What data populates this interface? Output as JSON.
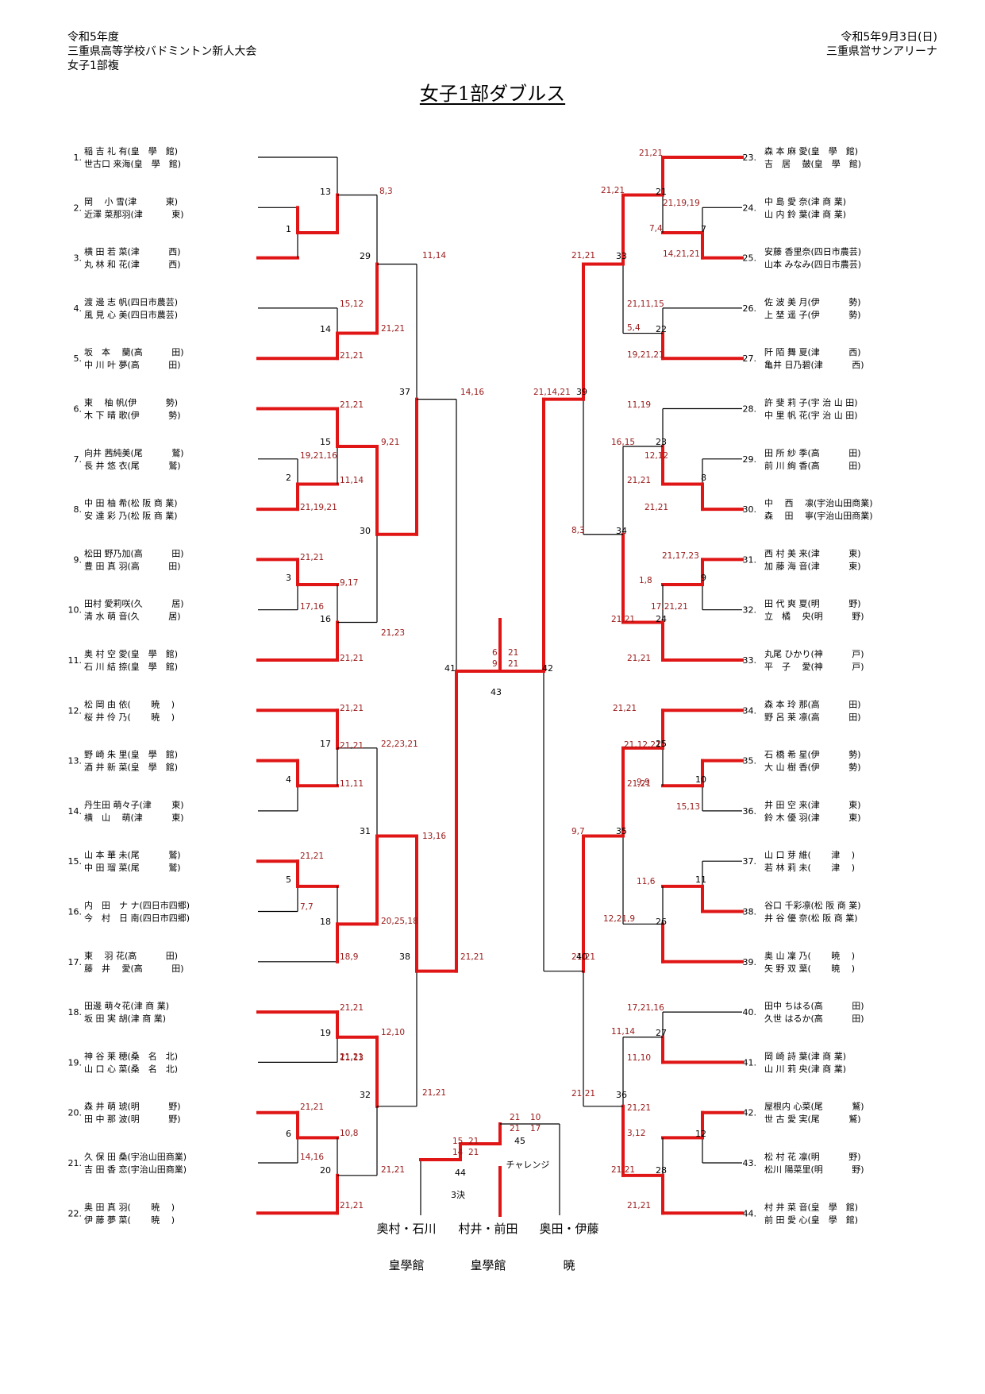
{
  "header": {
    "left": [
      "令和5年度",
      "三重県高等学校バドミントン新人大会",
      "女子1部複"
    ],
    "right": [
      "令和5年9月3日(日)",
      "三重県営サンアリーナ"
    ]
  },
  "title": "女子1部ダブルス",
  "entries_left": [
    {
      "n": "1.",
      "p1": "稲 吉 礼 有(皇　學　館)",
      "p2": "世古口 来海(皇　學　館)"
    },
    {
      "n": "2.",
      "p1": "岡　 小 雪(津　　　 東)",
      "p2": "近澤 菜那羽(津　　　 東)"
    },
    {
      "n": "3.",
      "p1": "横 田 若 菜(津　　　 西)",
      "p2": "丸 林 和 花(津　　　 西)"
    },
    {
      "n": "4.",
      "p1": "渡 邊 志 帆(四日市農芸)",
      "p2": "風 見 心 美(四日市農芸)"
    },
    {
      "n": "5.",
      "p1": "坂　本　 蘭(高　　　 田)",
      "p2": "中 川 叶 夢(高　　　 田)"
    },
    {
      "n": "6.",
      "p1": "東　 柚 帆(伊　　　 勢)",
      "p2": "木 下 晴 歌(伊　　　 勢)"
    },
    {
      "n": "7.",
      "p1": "向井 茜純美(尾　　　 鷲)",
      "p2": "長 井 悠 衣(尾　　　 鷲)"
    },
    {
      "n": "8.",
      "p1": "中 田 柚 希(松 阪 商 業)",
      "p2": "安 達 彩 乃(松 阪 商 業)"
    },
    {
      "n": "9.",
      "p1": "松田 野乃加(高　　　 田)",
      "p2": "豊 田 真 羽(高　　　 田)"
    },
    {
      "n": "10.",
      "p1": "田村 愛莉咲(久　　　 居)",
      "p2": "清 水 萌 音(久　　　 居)"
    },
    {
      "n": "11.",
      "p1": "奥 村 空 愛(皇　學　館)",
      "p2": "石 川 結 捺(皇　學　館)"
    },
    {
      "n": "12.",
      "p1": "松 岡 由 依(　　 暁　 )",
      "p2": "桜 井 伶 乃(　　 暁　 )"
    },
    {
      "n": "13.",
      "p1": "野 崎 朱 里(皇　學　館)",
      "p2": "酒 井 新 菜(皇　學　館)"
    },
    {
      "n": "14.",
      "p1": "丹生田 萌々子(津　　 東)",
      "p2": "横　山　 萌(津　　　 東)"
    },
    {
      "n": "15.",
      "p1": "山 本 華 未(尾　　　 鷲)",
      "p2": "中 田 瑠 菜(尾　　　 鷲)"
    },
    {
      "n": "16.",
      "p1": "内　田　ナ ナ(四日市四郷)",
      "p2": "今　村　日 南(四日市四郷)"
    },
    {
      "n": "17.",
      "p1": "東　 羽 花(高　　　 田)",
      "p2": "藤　井　 愛(高　　　 田)"
    },
    {
      "n": "18.",
      "p1": "田邊 萌々花(津 商 業)",
      "p2": "坂 田 実 胡(津 商 業)"
    },
    {
      "n": "19.",
      "p1": "神 谷 莱 穂(桑　名　北)",
      "p2": "山 口 心 菜(桑　名　北)"
    },
    {
      "n": "20.",
      "p1": "森 井 萌 琥(明　　　 野)",
      "p2": "田 中 那 波(明　　　 野)"
    },
    {
      "n": "21.",
      "p1": "久 保 田 桑(宇治山田商業)",
      "p2": "吉 田 香 恋(宇治山田商業)"
    },
    {
      "n": "22.",
      "p1": "奥 田 真 羽(　　 暁　 )",
      "p2": "伊 藤 夢 菜(　　 暁　 )"
    }
  ],
  "entries_right": [
    {
      "n": "23.",
      "p1": "森 本 麻 愛(皇　學　館)",
      "p2": "吉　居　 皷(皇　學　館)"
    },
    {
      "n": "24.",
      "p1": "中 島 愛 奈(津 商 業)",
      "p2": "山 内 鈴 葉(津 商 業)"
    },
    {
      "n": "25.",
      "p1": "安藤 香里奈(四日市農芸)",
      "p2": "山本 みなみ(四日市農芸)"
    },
    {
      "n": "26.",
      "p1": "佐 波 美 月(伊　　　 勢)",
      "p2": "上 埜 遥 子(伊　　　 勢)"
    },
    {
      "n": "27.",
      "p1": "阡 陌 舞 夏(津　　　 西)",
      "p2": "亀井 日乃碧(津　　　 西)"
    },
    {
      "n": "28.",
      "p1": "許 斐 莉 子(宇 治 山 田)",
      "p2": "中 里 帆 花(宇 治 山 田)"
    },
    {
      "n": "29.",
      "p1": "田 所 紗 季(高　　　 田)",
      "p2": "前 川 絢 香(高　　　 田)"
    },
    {
      "n": "30.",
      "p1": "中　 西　 凛(宇治山田商業)",
      "p2": "森　 田　 寧(宇治山田商業)"
    },
    {
      "n": "31.",
      "p1": "西 村 美 来(津　　　 東)",
      "p2": "加 藤 海 音(津　　　 東)"
    },
    {
      "n": "32.",
      "p1": "田 代 爽 夏(明　　　 野)",
      "p2": "立　橘　 央(明　　　 野)"
    },
    {
      "n": "33.",
      "p1": "丸尾 ひかり(神　　　 戸)",
      "p2": "平　子　 愛(神　　　 戸)"
    },
    {
      "n": "34.",
      "p1": "森 本 玲 那(高　　　 田)",
      "p2": "野 呂 莱 凛(高　　　 田)"
    },
    {
      "n": "35.",
      "p1": "石 橋 希 星(伊　　　 勢)",
      "p2": "大 山 樹 香(伊　　　 勢)"
    },
    {
      "n": "36.",
      "p1": "井 田 空 来(津　　　 東)",
      "p2": "鈴 木 優 羽(津　　　 東)"
    },
    {
      "n": "37.",
      "p1": "山 口 芽 維(　　 津　 )",
      "p2": "若 林 莉 未(　　 津　 )"
    },
    {
      "n": "38.",
      "p1": "谷口 千彩凛(松 阪 商 業)",
      "p2": "井 谷 優 奈(松 阪 商 業)"
    },
    {
      "n": "39.",
      "p1": "奥 山 凜 乃(　　 暁　 )",
      "p2": "矢 野 双 葉(　　 暁　 )"
    },
    {
      "n": "40.",
      "p1": "田中 ちはる(高　　　 田)",
      "p2": "久世 はるか(高　　　 田)"
    },
    {
      "n": "41.",
      "p1": "岡 崎 詩 葉(津 商 業)",
      "p2": "山 川 莉 央(津 商 業)"
    },
    {
      "n": "42.",
      "p1": "屋根内 心菜(尾　　　 鷲)",
      "p2": "世 古 愛 実(尾　　　 鷲)"
    },
    {
      "n": "43.",
      "p1": "松 村 花 凛(明　　　 野)",
      "p2": "松川 陽菜里(明　　　 野)"
    },
    {
      "n": "44.",
      "p1": "村 井 菜 音(皇　學　館)",
      "p2": "前 田 愛 心(皇　學　館)"
    }
  ],
  "match_numbers": [
    "1",
    "2",
    "3",
    "4",
    "5",
    "6",
    "7",
    "8",
    "9",
    "10",
    "11",
    "12",
    "13",
    "14",
    "15",
    "16",
    "17",
    "18",
    "19",
    "20",
    "21",
    "22",
    "23",
    "24",
    "25",
    "26",
    "27",
    "28",
    "29",
    "30",
    "31",
    "32",
    "33",
    "34",
    "35",
    "36",
    "37",
    "38",
    "39",
    "40",
    "41",
    "42",
    "43",
    "44",
    "45"
  ],
  "scores": [
    "8,3",
    "11,14",
    "15,12",
    "21,21",
    "21,21",
    "21,21",
    "9,21",
    "19,21,16",
    "11,14",
    "21,19,21",
    "21,21",
    "9,17",
    "17,16",
    "21,23",
    "21,21",
    "14,16",
    "21,21",
    "21,21",
    "22,23,21",
    "11,11",
    "13,16",
    "21,21",
    "21,21",
    "7,7",
    "20,25,18",
    "18,9",
    "21,21",
    "21,21",
    "12,10",
    "11,13",
    "21,21",
    "21,21",
    "10,8",
    "14,16",
    "21,21",
    "21,21",
    "21,21",
    "21,21",
    "21,19,19",
    "7,4",
    "14,21,21",
    "21,21",
    "21,11,15",
    "5,4",
    "19,21,21",
    "21,14,21",
    "11,19",
    "16,15",
    "12,12",
    "21,21",
    "21,21",
    "8,3",
    "21,17,23",
    "1,8",
    "17,21,21",
    "21,21",
    "21,21",
    "21,21",
    "21,12,21",
    "21,21",
    "9,9",
    "15,13",
    "9,7",
    "11,6",
    "12,21,9",
    "21,21",
    "17,21,16",
    "11,14",
    "11,10",
    "21,21",
    "21,21",
    "3,12",
    "21,21",
    "21,21",
    "6",
    "21",
    "9",
    "21",
    "21",
    "10",
    "21",
    "17",
    "15",
    "21",
    "14",
    "21"
  ],
  "labels": {
    "final_third": "3決",
    "challenge": "チャレンジ"
  },
  "results": [
    {
      "names": "奥村・石川",
      "school": "皇學館"
    },
    {
      "names": "村井・前田",
      "school": "皇學館"
    },
    {
      "names": "奥田・伊藤",
      "school": "暁"
    }
  ]
}
